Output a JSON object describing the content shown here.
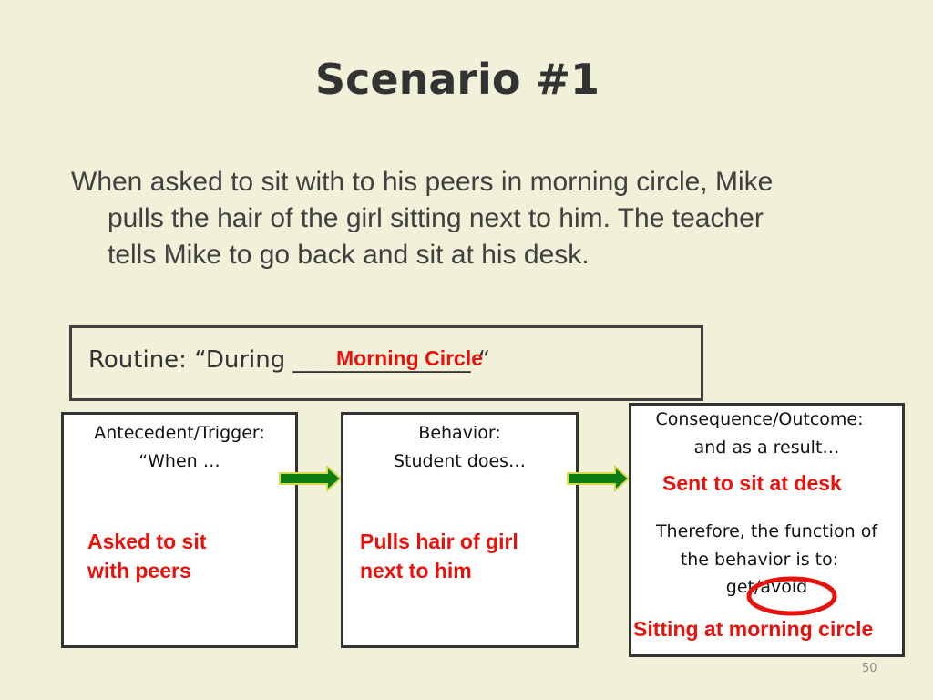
{
  "slide": {
    "title": "Scenario #1",
    "intro_line1": "When asked to sit with to his peers in morning circle, Mike",
    "intro_line2": "pulls the hair of the girl sitting next to him. The teacher",
    "intro_line3": "tells Mike to go back and sit at his desk.",
    "page_number": "50"
  },
  "routine": {
    "prefix": "Routine: “During _______________ “",
    "answer": "Morning Circle"
  },
  "antecedent": {
    "label_line1": "Antecedent/Trigger:",
    "label_line2": "“When …",
    "answer_line1": "Asked to sit",
    "answer_line2": "with peers"
  },
  "behavior": {
    "label_line1": "Behavior:",
    "label_line2": "Student does…",
    "answer_line1": "Pulls hair of girl",
    "answer_line2": "next to him"
  },
  "consequence": {
    "label_line1": "Consequence/Outcome:",
    "label_line2": "and as a result…",
    "answer": "Sent to sit at desk",
    "function_line1": "Therefore, the function of",
    "function_line2": "the behavior is to:",
    "function_line3": "get/avoid",
    "function_answer": "Sitting at morning circle"
  },
  "colors": {
    "background": "#f1f0d8",
    "answer_red": "#e8120c",
    "arrow_green": "#0b7d12",
    "arrow_outline": "#d9d94a"
  }
}
